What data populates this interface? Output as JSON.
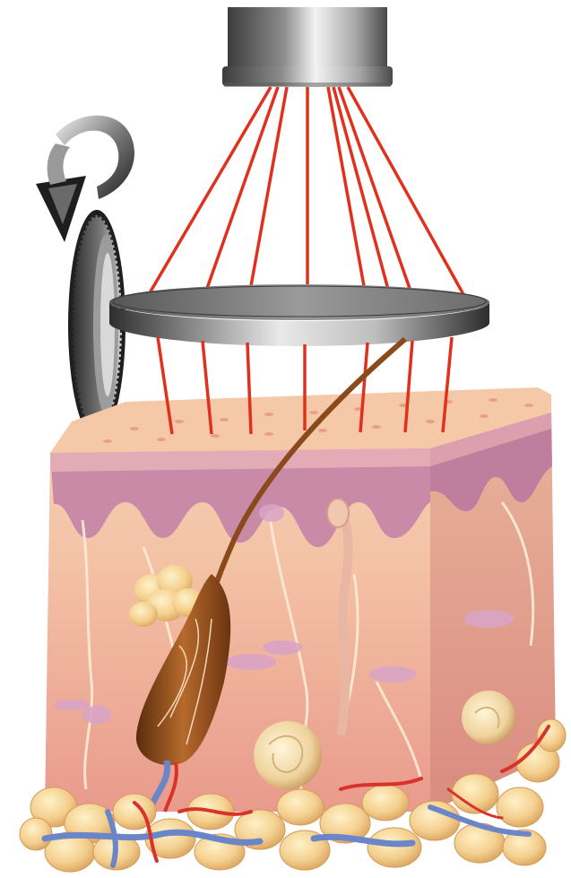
{
  "illustration": {
    "components": [
      {
        "name": "laser-emitter",
        "kind": "device"
      },
      {
        "name": "rotating-disk",
        "kind": "device"
      },
      {
        "name": "rotation-arrow",
        "kind": "icon"
      },
      {
        "name": "laser-beams-upper",
        "count": 8
      },
      {
        "name": "laser-beams-lower",
        "count": 7
      },
      {
        "name": "skin-block",
        "kind": "anatomy"
      },
      {
        "name": "hair-follicle",
        "kind": "anatomy"
      },
      {
        "name": "sebaceous-gland",
        "kind": "anatomy"
      },
      {
        "name": "sweat-gland",
        "kind": "anatomy"
      },
      {
        "name": "fat-layer",
        "kind": "anatomy"
      },
      {
        "name": "blood-vessels",
        "kind": "anatomy"
      }
    ],
    "colors": {
      "beam": "#e0301e",
      "metal_dark": "#3a3a3a",
      "metal_light": "#f2f2f2",
      "epidermis": "#f3c6a6",
      "dermis": "#f0b39e",
      "purple_layer": "#c98aa8",
      "fat": "#f2cf8a",
      "artery": "#d8332a",
      "vein": "#6a86c9",
      "hair": "#8a4a1c"
    }
  }
}
